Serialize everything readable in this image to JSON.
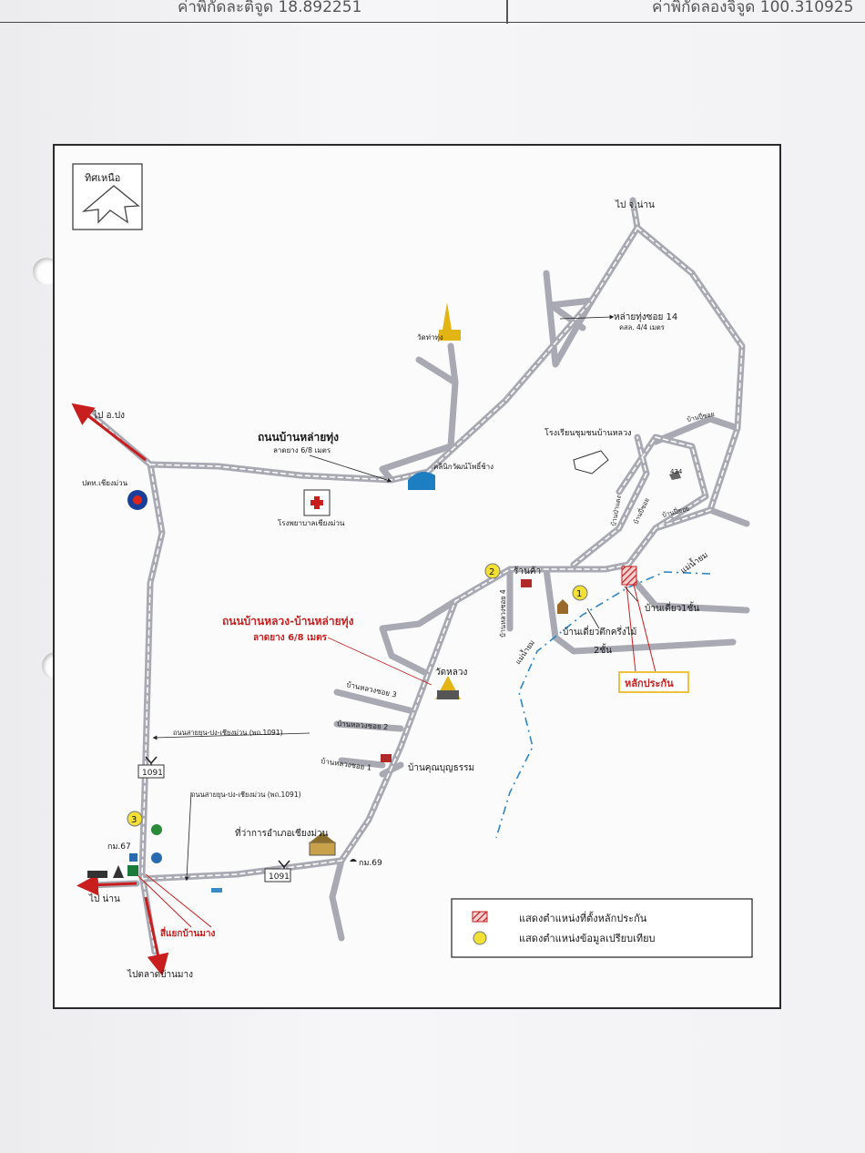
{
  "header": {
    "lat_text": "ค่าพิกัดละติจูด 18.892251",
    "lon_text": "ค่าพิกัดลองจิจูด 100.310925"
  },
  "compass": {
    "label": "ทิศเหนือ"
  },
  "labels": {
    "to_nan_province": "ไป จ.น่าน",
    "to_pong": "ไป อ.ปง",
    "wat_tha_thung": "วัดท่าทุ่ง",
    "lai_thung_soi14": "หล่ายทุ่งซอย 14",
    "lai_thung_soi14_sub": "คสล. 4/4 เมตร",
    "main_road": "ถนนบ้านหล่ายทุ่ง",
    "main_road_sub": "ลาดยาง 6/8 เมตร",
    "clinic": "คลินิกวัฒน์โพธิ์ช้าง",
    "school": "โรงเรียนชุมชนบ้านหลวง",
    "hospital": "โรงพยาบาลเชียงม่วน",
    "ptt": "ปตท.เชียงม่วน",
    "shop": "ร้านค้า",
    "soi4": "บ้านหลวงซอย 4",
    "road_red": "ถนนบ้านหลวง-บ้านหล่ายทุ่ง",
    "road_red_sub": "ลาดยาง 6/8 เมตร",
    "wat_luang": "วัดหลวง",
    "soi3": "บ้านหลวงซอย 3",
    "soi2": "บ้านหลวงซอย 2",
    "soi1": "บ้านหลวงซอย 1",
    "ban_khun": "บ้านคุณบุญธรรม",
    "house_single": "บ้านเดี่ยว1ชั้น",
    "house_two": "บ้านเดี่ยวตึกครึ่งไม้",
    "house_two_sub": "2ชั้น",
    "collateral": "หลักประกัน",
    "river": "แม่น้ำยม",
    "river2": "แม่น้ำยม",
    "road1091_a": "ถนนสายยุน-ปง-เชียงม่วน (พถ.1091)",
    "road1091_b": "ถนนสายยุน-ปง-เชียงม่วน (พถ.1091)",
    "route_num_a": "1091",
    "route_num_b": "1091",
    "district_office": "ที่ว่าการอำเภอเชียงม่วน",
    "km69": "กม.69",
    "km67": "กม.67",
    "to_nan": "ไป น่าน",
    "intersection": "สี่แยกบ้านมาง",
    "to_market": "ไปตลาดบ้านมาง",
    "elev": "434",
    "road_side1": "บ้านปี่ซอย",
    "road_side2": "บ้านป่าแดง",
    "road_side3": "บ้านปี่ซอย",
    "road_side4": "บ้านปี่ซอย"
  },
  "markers": [
    "1",
    "2",
    "3"
  ],
  "legend": {
    "collateral": "แสดงตำแหน่งที่ตั้งหลักประกัน",
    "compare": "แสดงตำแหน่งข้อมูลเปรียบเทียบ"
  },
  "colors": {
    "road": "#a9a9b3",
    "road_dash": "#ffffff",
    "accent_red": "#c81e1e",
    "river": "#2b86c8",
    "marker": "#f2e035"
  }
}
